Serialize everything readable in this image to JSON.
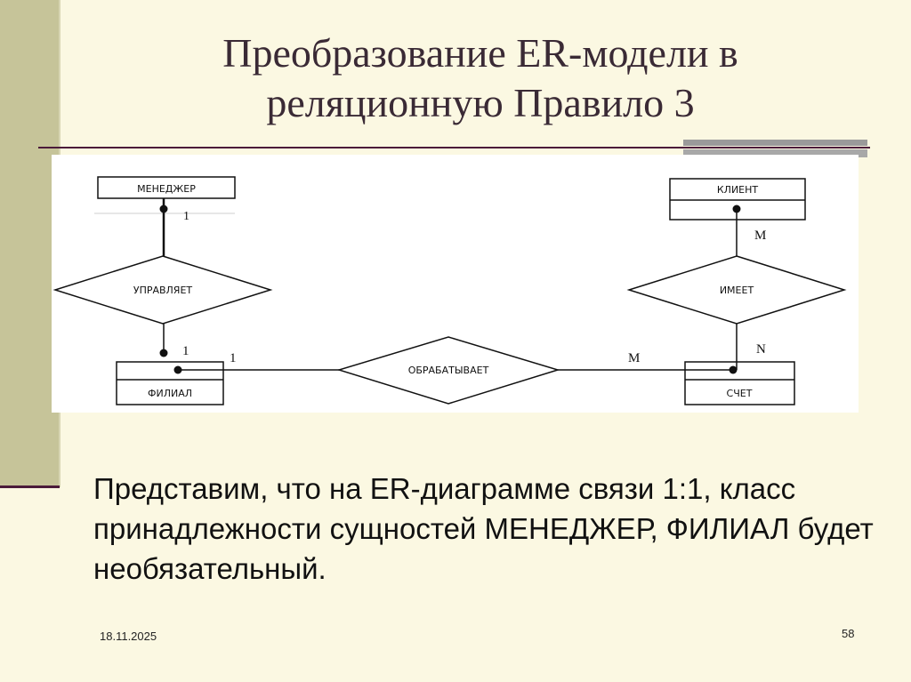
{
  "slide": {
    "title": "Преобразование ER-модели в реляционную Правило 3",
    "body": "Представим, что на ER-диаграмме связи 1:1, класс принадлежности сущностей МЕНЕДЖЕР, ФИЛИАЛ будет необязательный.",
    "date": "18.11.2025",
    "page_number": "58"
  },
  "diagram": {
    "entities": {
      "manager": "МЕНЕДЖЕР",
      "branch": "ФИЛИАЛ",
      "client": "КЛИЕНТ",
      "account": "СЧЕТ"
    },
    "relationships": {
      "manages": "УПРАВЛЯЕТ",
      "processes": "ОБРАБАТЫВАЕТ",
      "has": "ИМЕЕТ"
    },
    "cardinalities": {
      "manager_manages": "1",
      "manages_branch": "1",
      "branch_processes": "1",
      "processes_account": "M",
      "client_has": "M",
      "has_account": "N"
    }
  },
  "colors": {
    "background": "#fbf8e2",
    "side_bar": "#c6c499",
    "accent_rule": "#4b1b3a"
  }
}
